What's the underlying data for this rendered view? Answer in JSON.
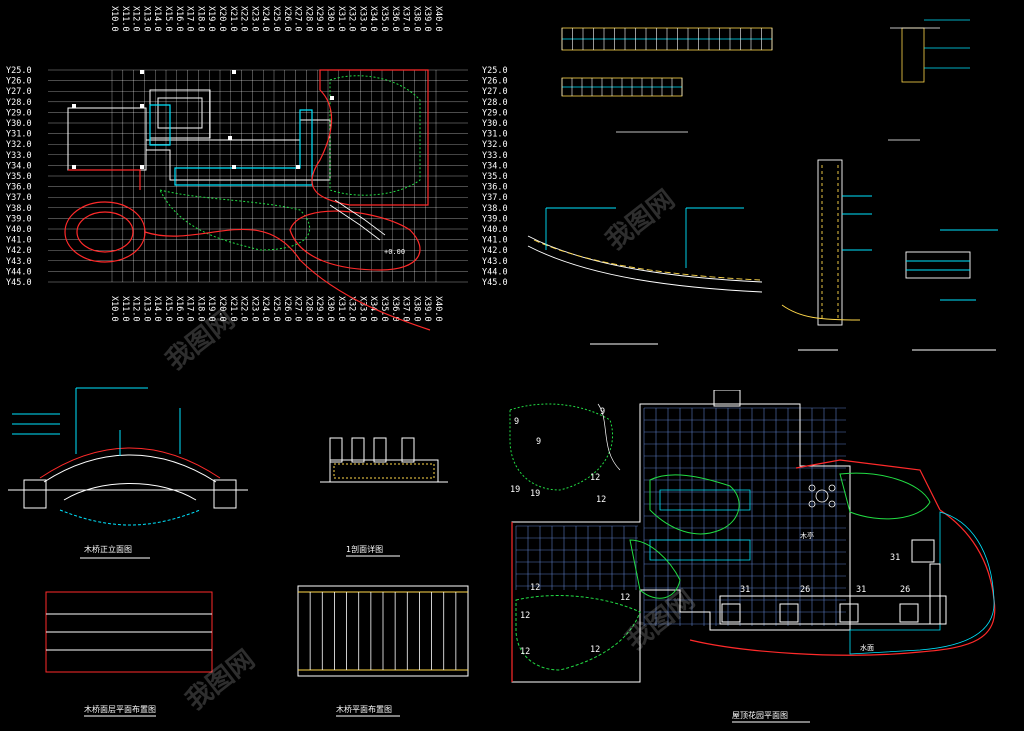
{
  "colors": {
    "background": "#000000",
    "grid": "#ffffff",
    "boundary": "#ff2a2a",
    "water": "#00e5ff",
    "plant": "#22dd44",
    "leader": "#00e5ff",
    "annotation": "#ffffff",
    "stone": "#ffd84a"
  },
  "site_plan": {
    "x_labels": [
      "X10.0",
      "X11.0",
      "X12.0",
      "X13.0",
      "X14.0",
      "X15.0",
      "X16.0",
      "X17.0",
      "X18.0",
      "X19.0",
      "X20.0",
      "X21.0",
      "X22.0",
      "X23.0",
      "X24.0",
      "X25.0",
      "X26.0",
      "X27.0",
      "X28.0",
      "X29.0",
      "X30.0",
      "X31.0",
      "X32.0",
      "X33.0",
      "X34.0",
      "X35.0",
      "X36.0",
      "X37.0",
      "X38.0",
      "X39.0",
      "X40.0"
    ],
    "y_labels": [
      "Y25.0",
      "Y26.0",
      "Y27.0",
      "Y28.0",
      "Y29.0",
      "Y30.0",
      "Y31.0",
      "Y32.0",
      "Y33.0",
      "Y34.0",
      "Y35.0",
      "Y36.0",
      "Y37.0",
      "Y38.0",
      "Y39.0",
      "Y40.0",
      "Y41.0",
      "Y42.0",
      "Y43.0",
      "Y44.0",
      "Y45.0"
    ],
    "level_marker": "+0.00"
  },
  "details": {
    "bridge_elevation_title": "木桥正立面图",
    "bridge_deck_title": "木桥面层平面布置图",
    "bridge_plan_title": "木桥平面布置图",
    "section_title": "1剖面详图",
    "garden_plan_title": "屋顶花园平面图"
  },
  "planting_plan": {
    "plant_codes_left": [
      "9",
      "9",
      "9",
      "19",
      "19",
      "12",
      "12",
      "12",
      "12",
      "12",
      "12"
    ],
    "plant_codes_right": [
      "31",
      "26",
      "31",
      "26",
      "31",
      "12"
    ],
    "pavilion_label": "木亭",
    "water_label": "水面"
  },
  "watermark": "我图网"
}
